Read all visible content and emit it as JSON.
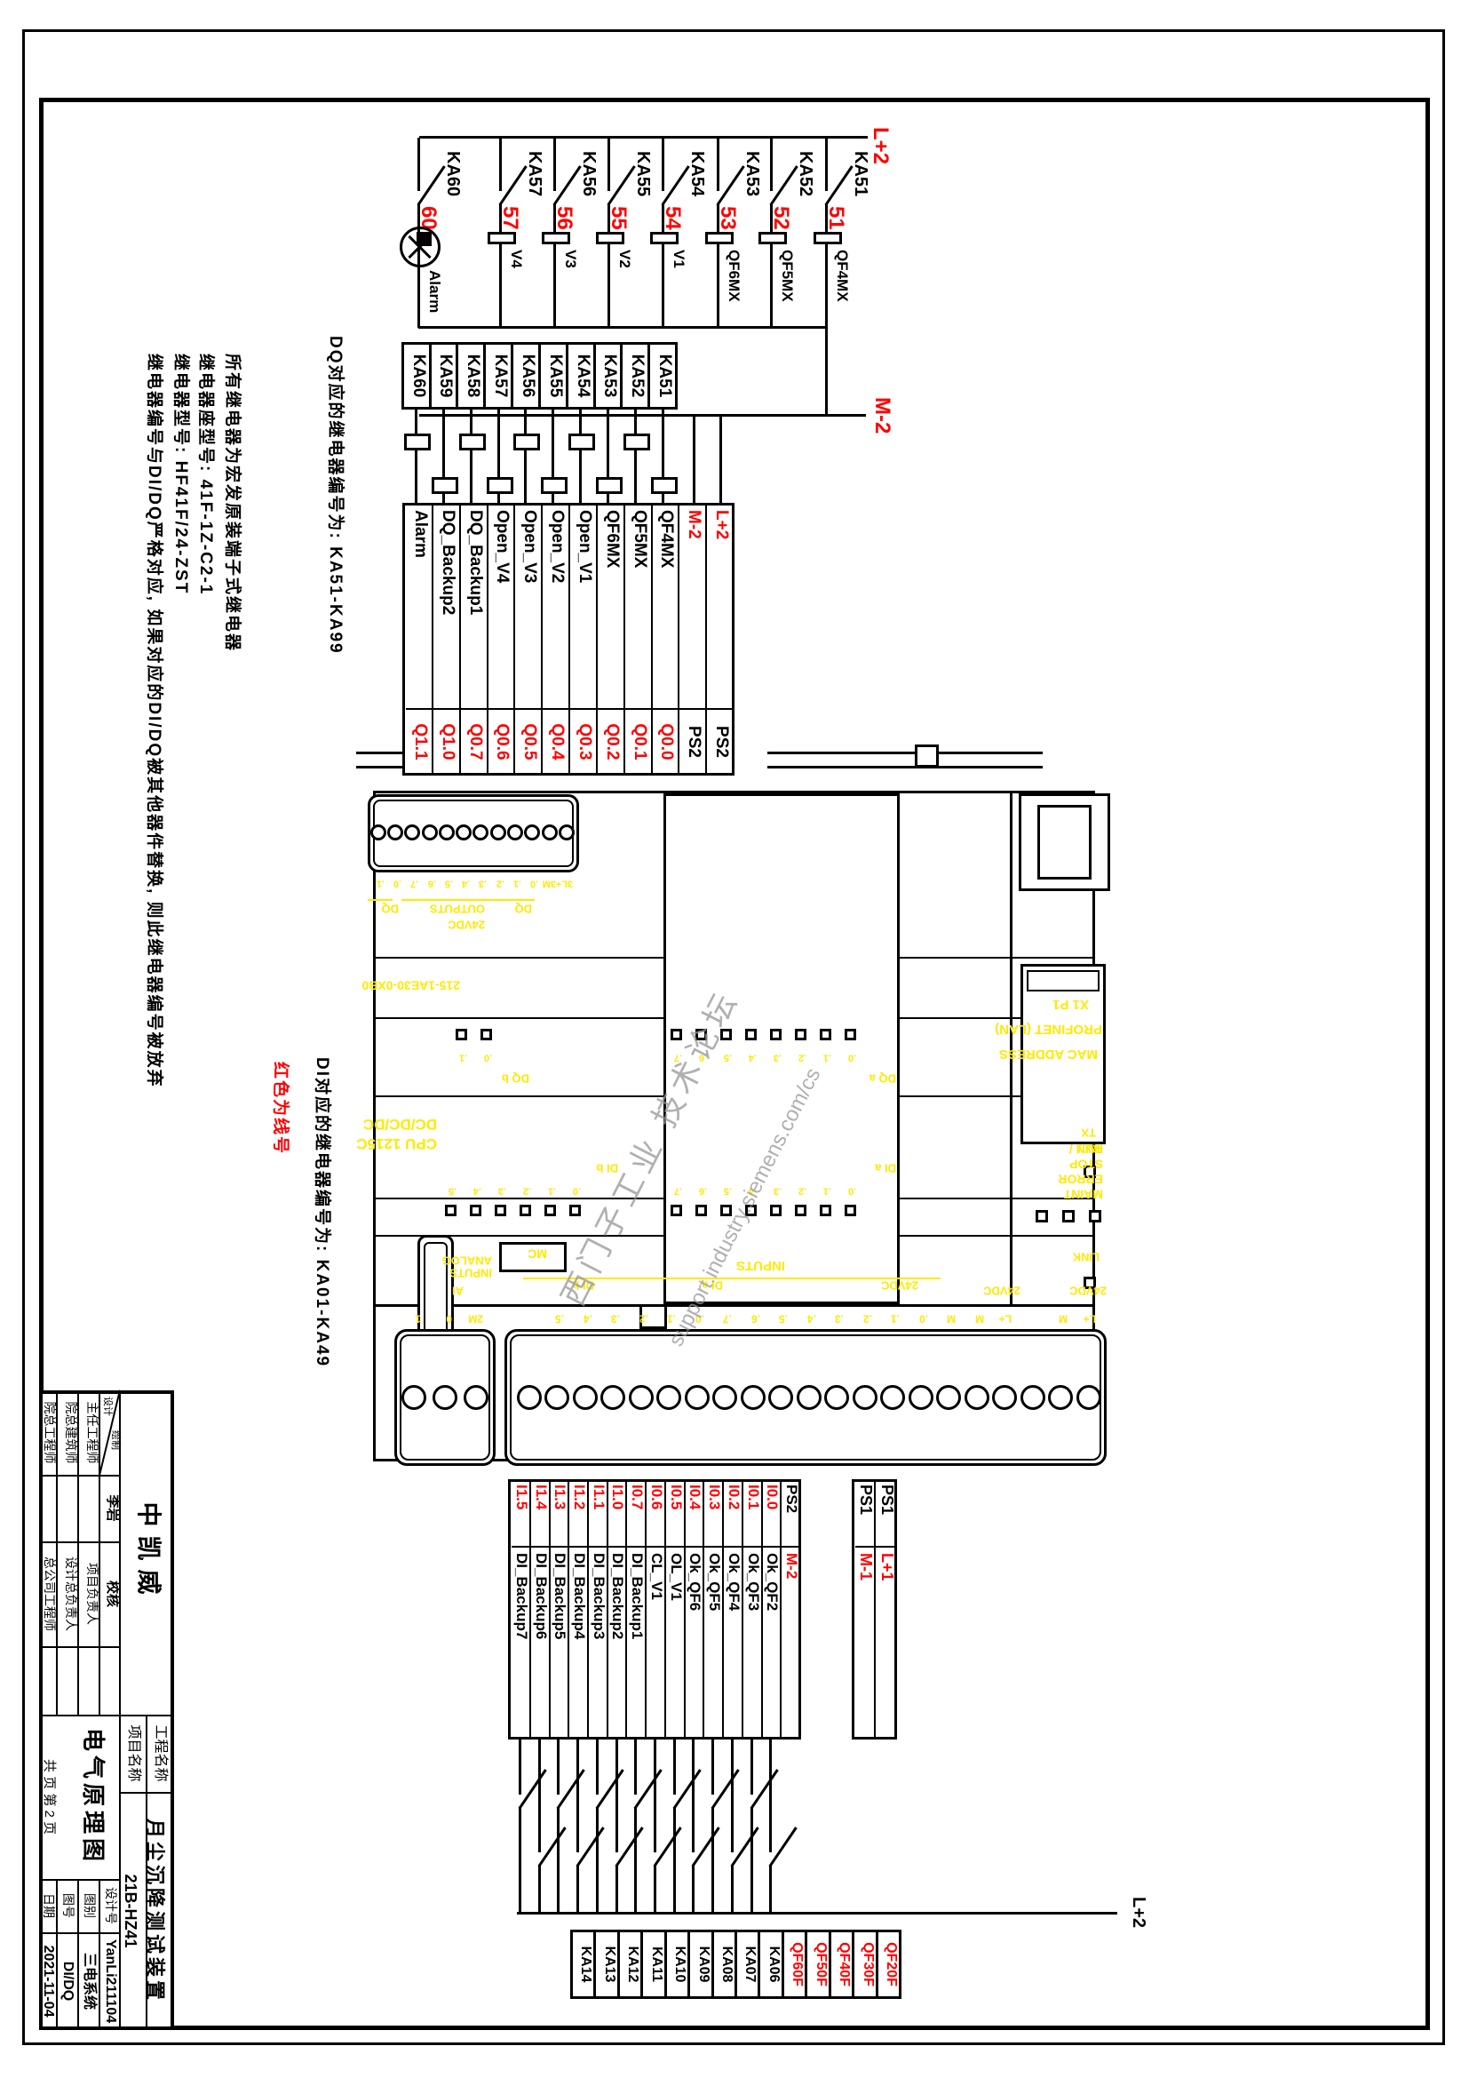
{
  "sheet": {
    "supply_label": "L+2",
    "return_label": "M-2",
    "di_bus_label": "L+2"
  },
  "ladder": {
    "rungs": [
      {
        "relay": "KA51",
        "wire": "51",
        "load": "QF4MX"
      },
      {
        "relay": "KA52",
        "wire": "52",
        "load": "QF5MX"
      },
      {
        "relay": "KA53",
        "wire": "53",
        "load": "QF6MX"
      },
      {
        "relay": "KA54",
        "wire": "54",
        "load": "V1"
      },
      {
        "relay": "KA55",
        "wire": "55",
        "load": "V2"
      },
      {
        "relay": "KA56",
        "wire": "56",
        "load": "V3"
      },
      {
        "relay": "KA57",
        "wire": "57",
        "load": "V4"
      },
      {
        "relay": "KA60",
        "wire": "60",
        "load": "Alarm"
      }
    ]
  },
  "dq_relays": [
    "KA51",
    "KA52",
    "KA53",
    "KA54",
    "KA55",
    "KA56",
    "KA57",
    "KA58",
    "KA59",
    "KA60"
  ],
  "dq_table": [
    {
      "name": "L+2",
      "addr": "PS2",
      "name_red": true,
      "addr_red": false
    },
    {
      "name": "M-2",
      "addr": "PS2",
      "name_red": true,
      "addr_red": false
    },
    {
      "name": "QF4MX",
      "addr": "Q0.0",
      "name_red": false,
      "addr_red": true
    },
    {
      "name": "QF5MX",
      "addr": "Q0.1",
      "name_red": false,
      "addr_red": true
    },
    {
      "name": "QF6MX",
      "addr": "Q0.2",
      "name_red": false,
      "addr_red": true
    },
    {
      "name": "Open_V1",
      "addr": "Q0.3",
      "name_red": false,
      "addr_red": true
    },
    {
      "name": "Open_V2",
      "addr": "Q0.4",
      "name_red": false,
      "addr_red": true
    },
    {
      "name": "Open_V3",
      "addr": "Q0.5",
      "name_red": false,
      "addr_red": true
    },
    {
      "name": "Open_V4",
      "addr": "Q0.6",
      "name_red": false,
      "addr_red": true
    },
    {
      "name": "DQ_Backup1",
      "addr": "Q0.7",
      "name_red": false,
      "addr_red": true
    },
    {
      "name": "DQ_Backup2",
      "addr": "Q1.0",
      "name_red": false,
      "addr_red": true
    },
    {
      "name": "Alarm",
      "addr": "Q1.1",
      "name_red": false,
      "addr_red": true
    }
  ],
  "ps1_table": [
    {
      "addr": "PS1",
      "name": "L+1"
    },
    {
      "addr": "PS1",
      "name": "M-1"
    }
  ],
  "di_table": [
    {
      "addr": "PS2",
      "name": "M-2",
      "addr_red": false,
      "name_red": true
    },
    {
      "addr": "I0.0",
      "name": "Ok_QF2",
      "addr_red": true,
      "name_red": false
    },
    {
      "addr": "I0.1",
      "name": "Ok_QF3",
      "addr_red": true,
      "name_red": false
    },
    {
      "addr": "I0.2",
      "name": "Ok_QF4",
      "addr_red": true,
      "name_red": false
    },
    {
      "addr": "I0.3",
      "name": "Ok_QF5",
      "addr_red": true,
      "name_red": false
    },
    {
      "addr": "I0.4",
      "name": "Ok_QF6",
      "addr_red": true,
      "name_red": false
    },
    {
      "addr": "I0.5",
      "name": "OL_V1",
      "addr_red": true,
      "name_red": false
    },
    {
      "addr": "I0.6",
      "name": "CL_V1",
      "addr_red": true,
      "name_red": false
    },
    {
      "addr": "I0.7",
      "name": "DI_Backup1",
      "addr_red": true,
      "name_red": false
    },
    {
      "addr": "I1.0",
      "name": "DI_Backup2",
      "addr_red": true,
      "name_red": false
    },
    {
      "addr": "I1.1",
      "name": "DI_Backup3",
      "addr_red": true,
      "name_red": false
    },
    {
      "addr": "I1.2",
      "name": "DI_Backup4",
      "addr_red": true,
      "name_red": false
    },
    {
      "addr": "I1.3",
      "name": "DI_Backup5",
      "addr_red": true,
      "name_red": false
    },
    {
      "addr": "I1.4",
      "name": "DI_Backup6",
      "addr_red": true,
      "name_red": false
    },
    {
      "addr": "I1.5",
      "name": "DI_Backup7",
      "addr_red": true,
      "name_red": false
    }
  ],
  "di_relays": [
    {
      "label": "QF20F",
      "red": true
    },
    {
      "label": "QF30F",
      "red": true
    },
    {
      "label": "QF40F",
      "red": true
    },
    {
      "label": "QF50F",
      "red": true
    },
    {
      "label": "QF60F",
      "red": true
    },
    {
      "label": "KA06",
      "red": false
    },
    {
      "label": "KA07",
      "red": false
    },
    {
      "label": "KA08",
      "red": false
    },
    {
      "label": "KA09",
      "red": false
    },
    {
      "label": "KA10",
      "red": false
    },
    {
      "label": "KA11",
      "red": false
    },
    {
      "label": "KA12",
      "red": false
    },
    {
      "label": "KA13",
      "red": false
    },
    {
      "label": "KA14",
      "red": false
    }
  ],
  "plc": {
    "model": "CPU 1215C",
    "power": "DC/DC/DC",
    "order_no": "215-1AE30-0XB0",
    "x1p1": "X1 P1",
    "lan": "PROFINET (LAN)",
    "mac": "MAC ADDRESS",
    "led_tx": "TX",
    "led_rx": "RX /",
    "led_link": "LINK",
    "status": [
      "RUN /",
      "STOP",
      "ERROR",
      "MAINT"
    ],
    "mc": "MC",
    "dq_terms": [
      "3L+",
      "3M",
      ".0",
      ".1",
      ".2",
      ".3",
      ".4",
      ".5",
      ".6",
      ".7",
      ".0",
      ".1"
    ],
    "dq_grp": "DQ",
    "dq_outputs": "OUTPUTS",
    "dq_24": "24VDC",
    "dq_a": "DQ a",
    "dq_b": "DQ b",
    "di_a": "DI a",
    "di_b": "DI b",
    "led_ticks8": [
      ".0",
      ".1",
      ".2",
      ".3",
      ".4",
      ".5",
      ".6",
      ".7"
    ],
    "led_ticks6": [
      ".0",
      ".1",
      ".2",
      ".3",
      ".4",
      ".5"
    ],
    "led_ticks2": [
      ".0",
      ".1"
    ],
    "in_terms": [
      "L+",
      "M",
      "",
      "L+",
      "M",
      "M",
      ".0",
      ".1",
      ".2",
      ".3",
      ".4",
      ".5",
      ".6",
      ".7",
      ".0",
      ".1",
      ".2",
      ".3",
      ".4",
      ".5",
      ""
    ],
    "in_24_1": "24VDC",
    "in_24_2": "24VDC",
    "inputs": "INPUTS",
    "in_24_di": "24VDC",
    "ai": "AI",
    "analog_line1": "ANALOG",
    "analog_line2": "INPUTS",
    "ai_terms": [
      "2M",
      "0",
      "1"
    ]
  },
  "notes": {
    "dq_note": "DQ对应的继电器编号为: KA51-KA99",
    "line1": "所有继电器为宏发原装端子式继电器",
    "line2": "继电器座型号: 41F-1Z-C2-1",
    "line3": "继电器型号: HF41F/24-ZST",
    "line4": "继电器编号与DI/DQ严格对应, 如果对应的DI/DQ被其他器件替换, 则此继电器编号被放弃",
    "di_note": "DI对应的继电器编号为: KA01-KA49",
    "red_note": "红色为线号"
  },
  "title_block": {
    "company": "中凯威",
    "draw": "绘制",
    "design": "设计",
    "designer": "李岩",
    "checker": "校核",
    "chief_engineer": "主任工程师",
    "project_manager": "项目负责人",
    "chief_architect": "院总建筑师",
    "design_director": "设计总负责人",
    "institute_chief": "院总工程师",
    "corp_engineer": "总公司工程师",
    "project_label": "工程名称",
    "project_name": "月尘沉降测试装置",
    "item_label": "项目名称",
    "item_no": "21B-HZ41",
    "drawing_name": "电气原理图",
    "pages": "共 页 第 2 页",
    "design_no_label": "设计号",
    "design_no": "YanLi211104",
    "category_label": "图别",
    "category": "三电系统",
    "sheet_no_label": "图号",
    "sheet_no": "DI/DQ",
    "date_label": "日期",
    "date": "2021-11-04"
  },
  "watermark": {
    "line1": "西门子工业 技术论坛",
    "line2": "support.industry.siemens.com/cs"
  }
}
